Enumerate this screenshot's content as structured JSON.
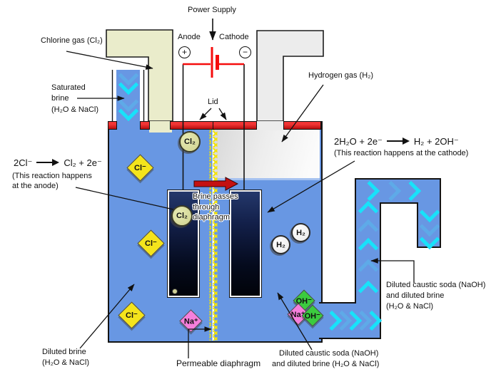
{
  "colors": {
    "tank_blue": "#6897e3",
    "chevron_cyan": "#18e2fa",
    "chlorine_gas_green": "#eaeccb",
    "hydrogen_gas_grey": "#ececec",
    "lid_red": "#e32020",
    "diaphragm_yellow": "#f4e400",
    "chloride_yellow": "#f4e41c",
    "sodium_pink": "#f67fdc",
    "hydroxide_green": "#3bcb3f",
    "electrode_navy": "#13204a",
    "wire_red": "#f50d0d"
  },
  "top": {
    "power_supply": "Power Supply",
    "anode": "Anode",
    "cathode": "Cathode",
    "plus": "+",
    "minus": "−",
    "lid": "Lid"
  },
  "left_labels": {
    "chlorine_gas": "Chlorine gas (Cl₂)",
    "saturated_brine": [
      "Saturated",
      "brine",
      "(H₂O & NaCl)"
    ]
  },
  "right_labels": {
    "hydrogen_gas": "Hydrogen gas (H₂)",
    "caustic_right": [
      "Diluted caustic soda (NaOH)",
      "and diluted brine",
      "(H₂O & NaCl)"
    ]
  },
  "reactions": {
    "anode": {
      "lhs": "2Cl⁻",
      "rhs": "Cl₂ + 2e⁻",
      "note1": "(This reaction happens",
      "note2": "at the anode)"
    },
    "cathode": {
      "lhs": "2H₂O + 2e⁻",
      "rhs": "H₂ + 2OH⁻",
      "note": "(This reaction happens at the cathode)"
    }
  },
  "center_labels": {
    "brine_passes": [
      "Brine passes",
      "through",
      "diaphragm"
    ]
  },
  "bottom_labels": {
    "diluted_brine": [
      "Diluted brine",
      "(H₂O & NaCl)"
    ],
    "permeable_diaphragm": "Permeable diaphragm",
    "caustic_bottom": [
      "Diluted caustic soda (NaOH)",
      "and diluted brine (H₂O & NaCl)"
    ]
  },
  "ions": {
    "chloride": "Cl⁻",
    "sodium": "Na⁺",
    "hydroxide": "OH⁻"
  },
  "bubbles": {
    "chlorine": "Cl₂",
    "hydrogen": "H₂"
  }
}
